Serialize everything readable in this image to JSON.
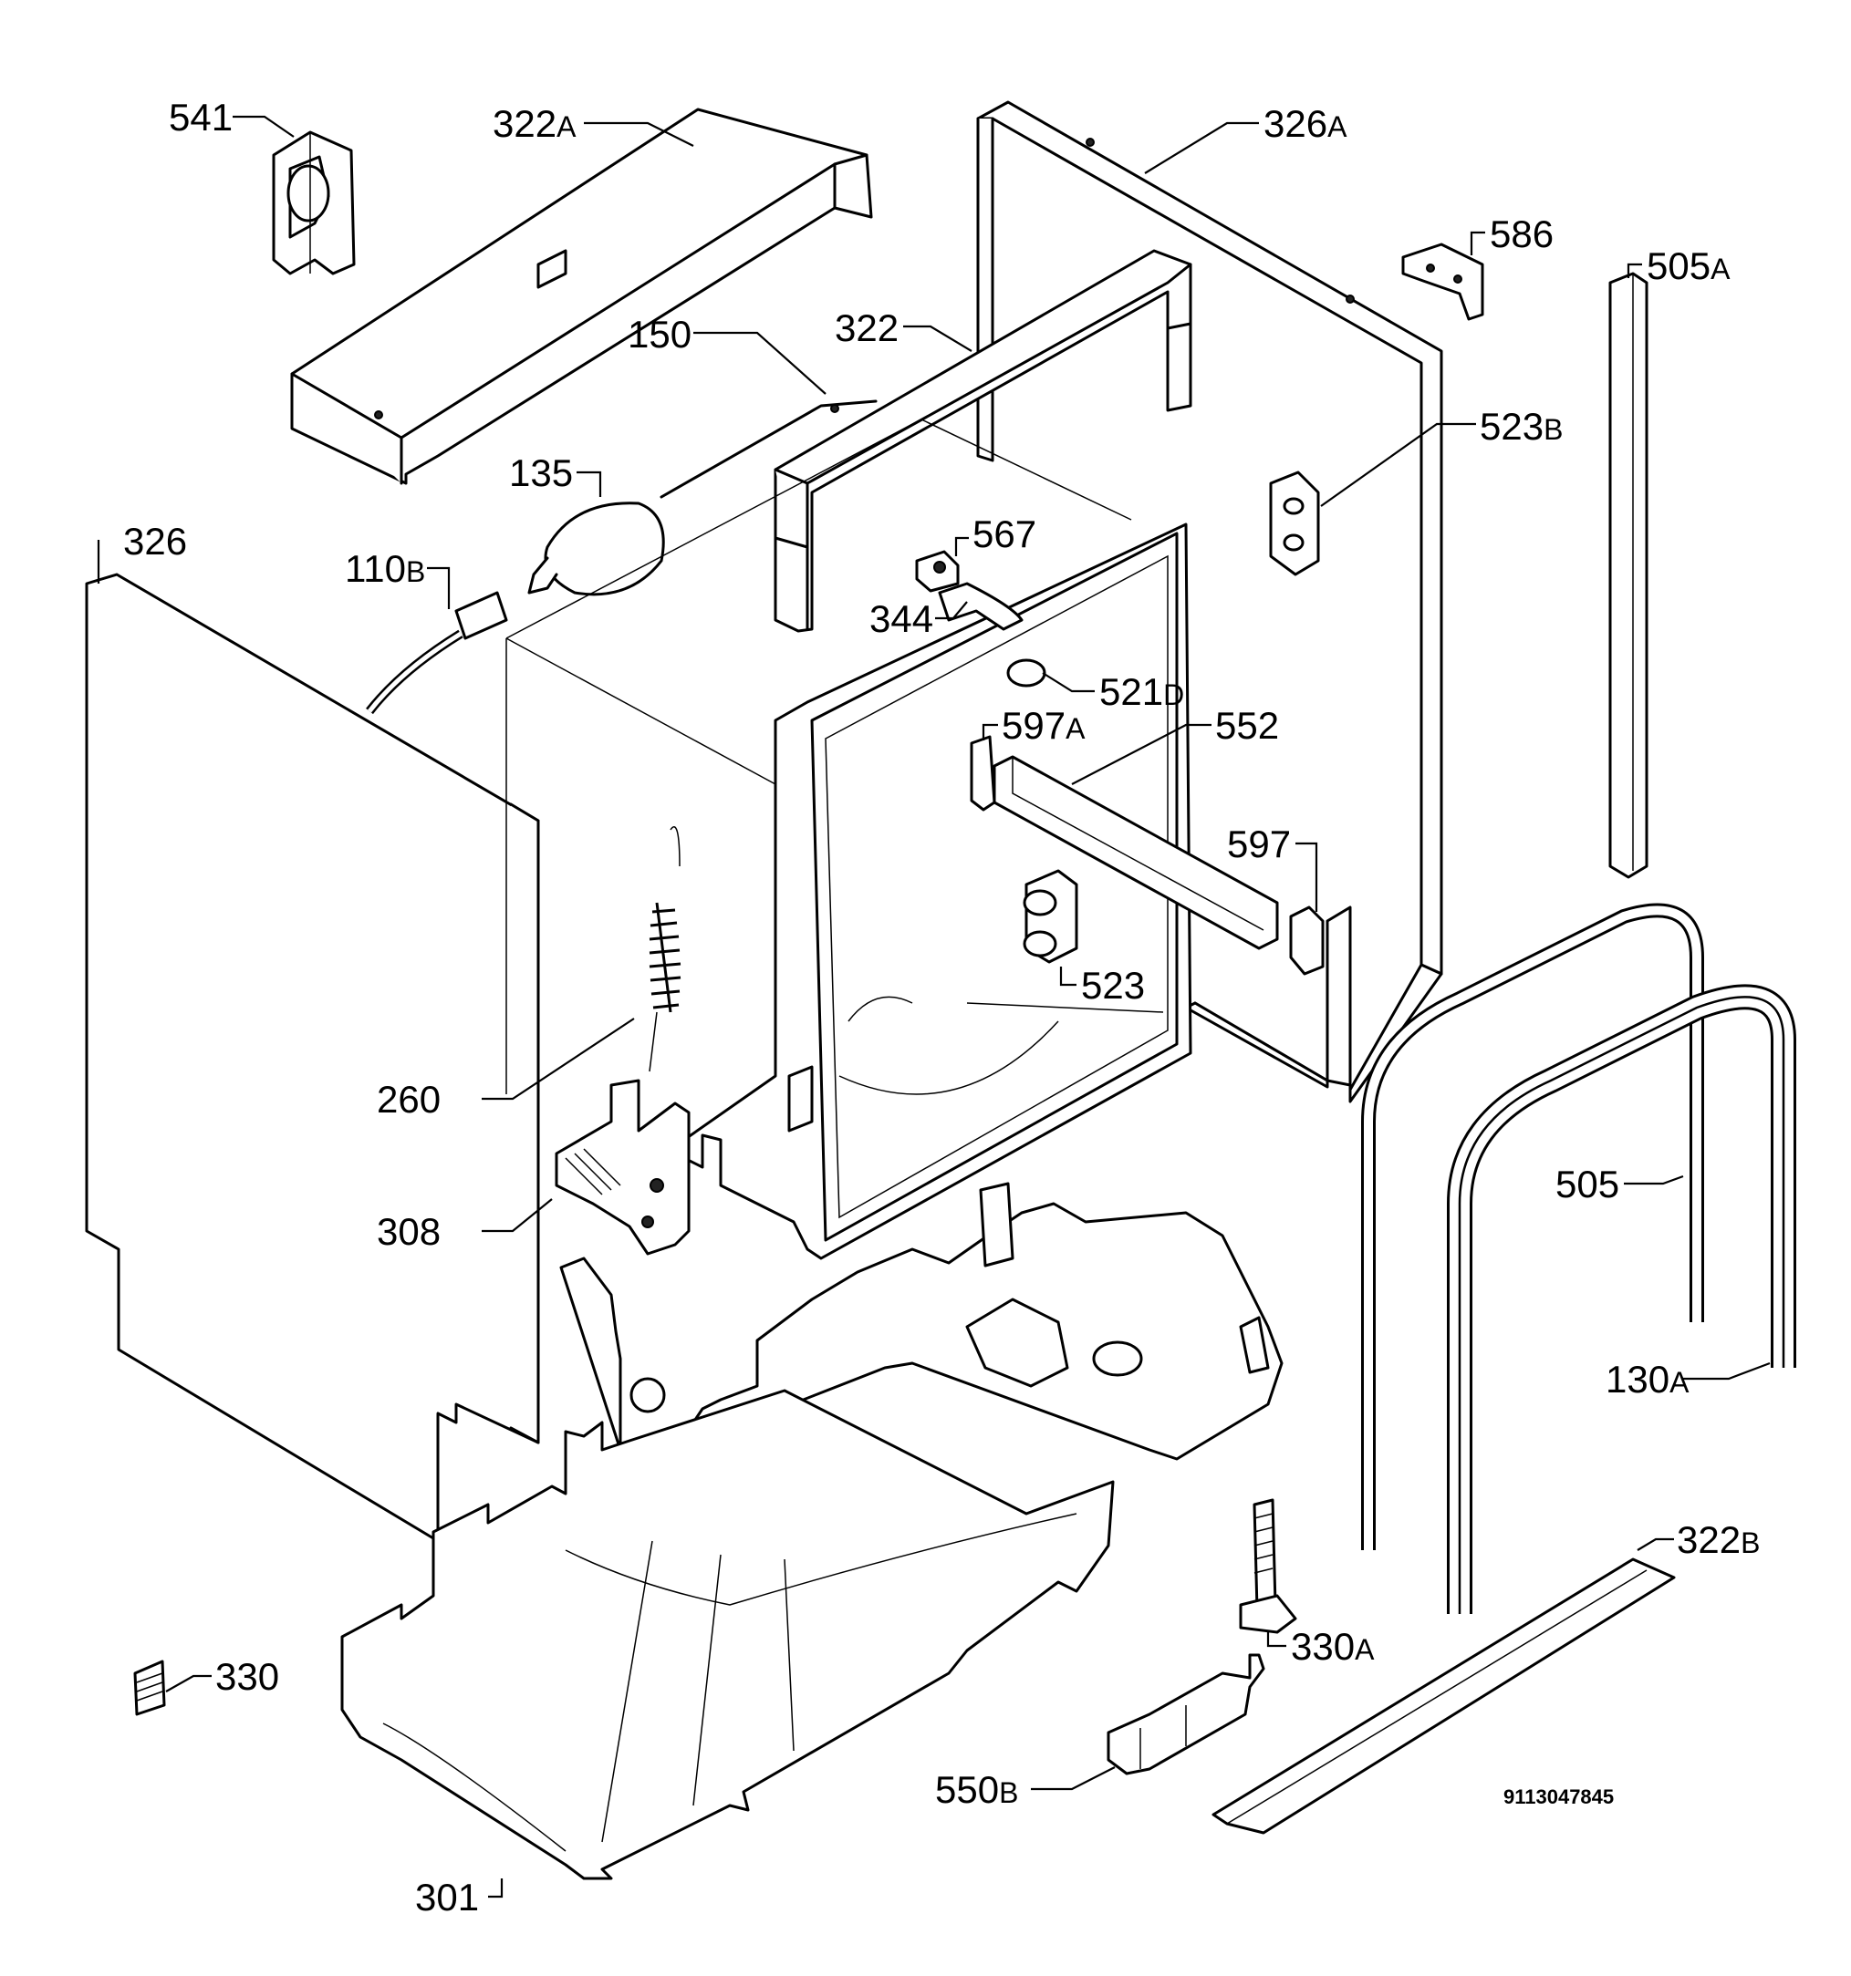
{
  "callouts": {
    "c541": {
      "num": "541",
      "sfx": ""
    },
    "c322A": {
      "num": "322",
      "sfx": "A"
    },
    "c326A": {
      "num": "326",
      "sfx": "A"
    },
    "c586": {
      "num": "586",
      "sfx": ""
    },
    "c505A": {
      "num": "505",
      "sfx": "A"
    },
    "c150": {
      "num": "150",
      "sfx": ""
    },
    "c322": {
      "num": "322",
      "sfx": ""
    },
    "c523B": {
      "num": "523",
      "sfx": "B"
    },
    "c135": {
      "num": "135",
      "sfx": ""
    },
    "c567": {
      "num": "567",
      "sfx": ""
    },
    "c326": {
      "num": "326",
      "sfx": ""
    },
    "c110B": {
      "num": "110",
      "sfx": "B"
    },
    "c344": {
      "num": "344",
      "sfx": ""
    },
    "c521D": {
      "num": "521",
      "sfx": "D"
    },
    "c597A": {
      "num": "597",
      "sfx": "A"
    },
    "c552": {
      "num": "552",
      "sfx": ""
    },
    "c597": {
      "num": "597",
      "sfx": ""
    },
    "c523": {
      "num": "523",
      "sfx": ""
    },
    "c260": {
      "num": "260",
      "sfx": ""
    },
    "c505": {
      "num": "505",
      "sfx": ""
    },
    "c308": {
      "num": "308",
      "sfx": ""
    },
    "c130A": {
      "num": "130",
      "sfx": "A"
    },
    "c330A": {
      "num": "330",
      "sfx": "A"
    },
    "c322B": {
      "num": "322",
      "sfx": "B"
    },
    "c330": {
      "num": "330",
      "sfx": ""
    },
    "c550B": {
      "num": "550",
      "sfx": "B"
    },
    "c301": {
      "num": "301",
      "sfx": ""
    }
  },
  "document_number": "9113047845"
}
